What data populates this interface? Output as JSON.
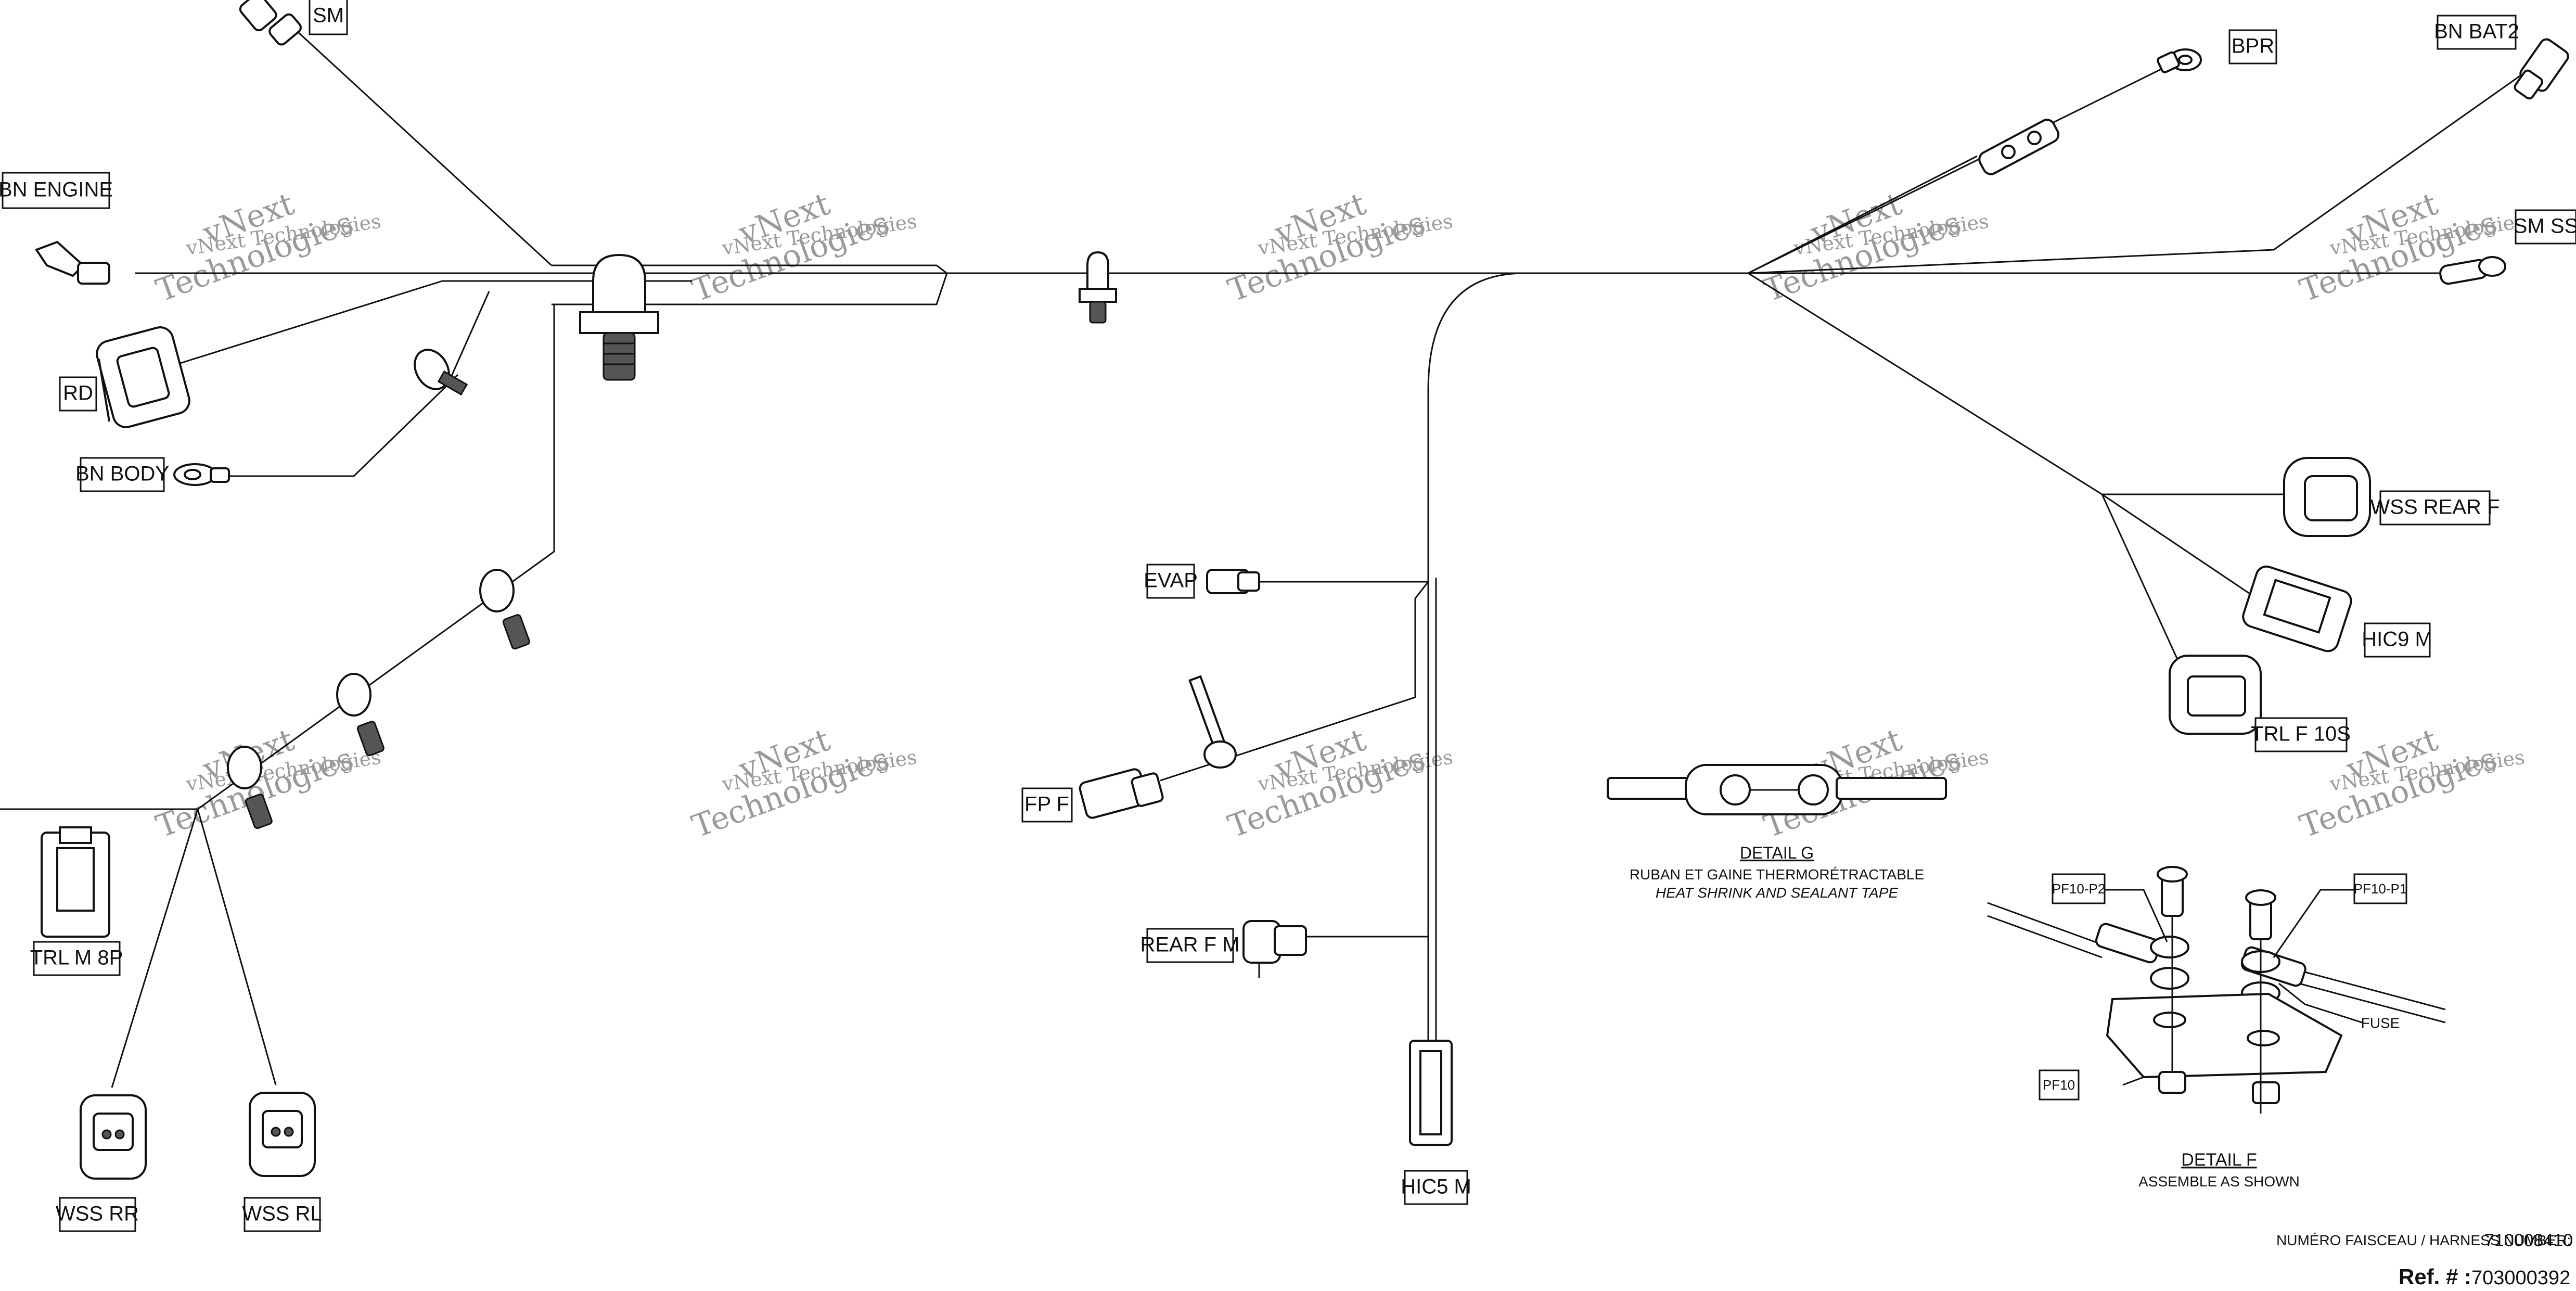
{
  "watermark": {
    "line1": "vNext Technologies",
    "line2": "vNext",
    "line3": "Technologies"
  },
  "labels": {
    "sm": "SM",
    "bn_engine": "BN  ENGINE",
    "rd": "RD",
    "bn_body": "BN  BODY",
    "trl_m_8p": "TRL  M  8P",
    "wss_rr": "WSS  RR",
    "wss_rl": "WSS  RL",
    "evap": "EVAP",
    "fp_f": "FP  F",
    "rear_f_m": "REAR  F  M",
    "hic5_m": "HIC5  M",
    "bpr": "BPR",
    "bn_bat2": "BN  BAT2",
    "sm_ss": "SM  SS",
    "wss_rear_f": "WSS  REAR  F",
    "hic9_m": "HIC9  M",
    "trl_f_10s": "TRL  F  10S",
    "pf10_p2": "PF10-P2",
    "pf10_p1": "PF10-P1",
    "fuse": "FUSE",
    "pf10": "PF10"
  },
  "detail_g": {
    "title": "DETAIL G",
    "line1": "RUBAN ET GAINE THERMORÉTRACTABLE",
    "line2": "HEAT SHRINK AND SEALANT TAPE"
  },
  "detail_f": {
    "title": "DETAIL F",
    "line1": "ASSEMBLE AS SHOWN"
  },
  "footer": {
    "harness_label": "NUMÉRO FAISCEAU / HARNESS NUMBER:",
    "harness_number": "710008410",
    "ref_label": "Ref. # :",
    "ref_number": "703000392"
  }
}
